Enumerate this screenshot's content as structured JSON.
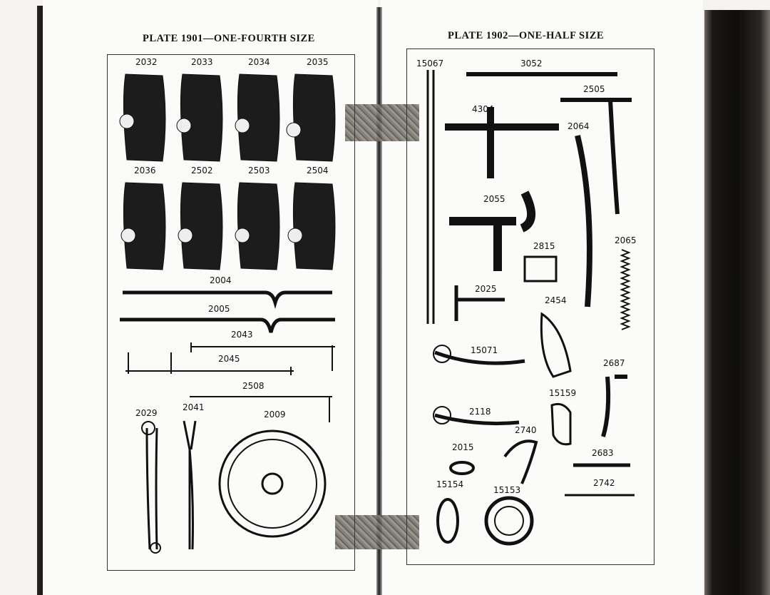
{
  "left_plate": {
    "title": "PLATE 1901—ONE-FOURTH SIZE",
    "part_numbers": [
      "2032",
      "2033",
      "2034",
      "2035",
      "2036",
      "2502",
      "2503",
      "2504",
      "2004",
      "2005",
      "2043",
      "2045",
      "2508",
      "2029",
      "2041",
      "2009"
    ]
  },
  "right_plate": {
    "title": "PLATE 1902—ONE-HALF SIZE",
    "part_numbers": [
      "15067",
      "3052",
      "2505",
      "4304",
      "2064",
      "2055",
      "2065",
      "2815",
      "2025",
      "2454",
      "15071",
      "2687",
      "15159",
      "2118",
      "2740",
      "2015",
      "2683",
      "15154",
      "15153",
      "2742"
    ]
  },
  "colors": {
    "paper": "#fbfbf9",
    "ink": "#111111",
    "binding": "#0e0d0c"
  }
}
